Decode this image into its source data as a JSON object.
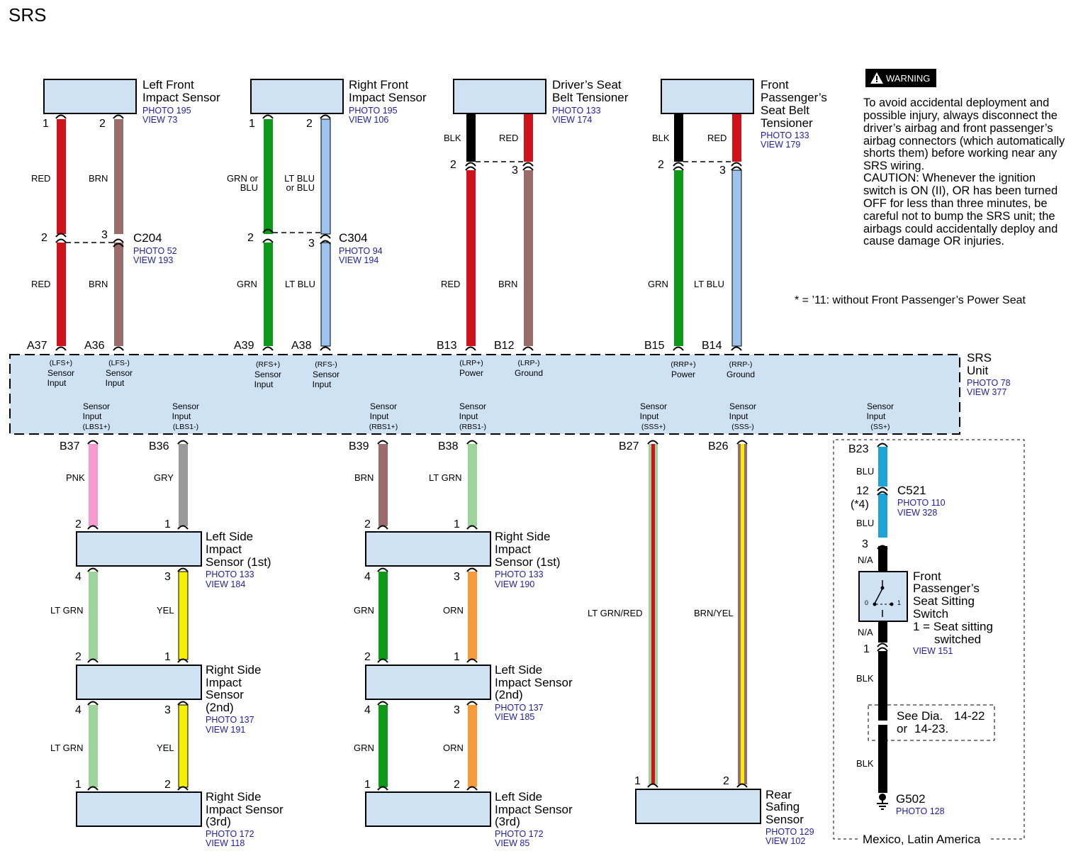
{
  "title": "SRS",
  "colors": {
    "box_fill": "#cfe2f3",
    "photo_text": "#1e1ea8",
    "wire": {
      "RED": "#d0121b",
      "BRN": "#9c6b6b",
      "GRN": "#0e9a18",
      "LT_BLU": "#9cc4ee",
      "BLK": "#000000",
      "PNK": "#f79ad0",
      "GRY": "#9a9a9a",
      "LT_GRN": "#9dd49a",
      "YEL": "#f5f000",
      "ORN": "#f79a3a",
      "BLU": "#1ea3d6"
    }
  },
  "warning": {
    "badge": "WARNING",
    "icon": "warning-triangle-icon",
    "lines": [
      "To avoid accidental deployment and",
      "possible injury, always disconnect the",
      "driver’s airbag and front passenger’s",
      "airbag connectors (which automatically",
      "shorts them) before working near any",
      "SRS wiring.",
      "CAUTION: Whenever the ignition",
      "switch is ON (II), OR has been turned",
      "OFF for less than three minutes, be",
      "careful not to bump the SRS unit; the",
      "airbags could accidentally deploy and",
      "cause damage OR injuries."
    ]
  },
  "footnote": "* = ’11: without Front Passenger’s Power Seat",
  "srs_unit": {
    "name_lines": [
      "SRS",
      "Unit"
    ],
    "photo": "PHOTO 78",
    "view": "VIEW 377",
    "top_terminals": [
      {
        "id": "A37",
        "lines": [
          "(LFS+)",
          "Sensor",
          "Input"
        ]
      },
      {
        "id": "A36",
        "lines": [
          "(LFS-)",
          "Sensor",
          "Input"
        ]
      },
      {
        "id": "A39",
        "lines": [
          "(RFS+)",
          "Sensor",
          "Input"
        ]
      },
      {
        "id": "A38",
        "lines": [
          "(RFS-)",
          "Sensor",
          "Input"
        ]
      },
      {
        "id": "B13",
        "lines": [
          "(LRP+)",
          "Power"
        ]
      },
      {
        "id": "B12",
        "lines": [
          "(LRP-)",
          "Ground"
        ]
      },
      {
        "id": "B15",
        "lines": [
          "(RRP+)",
          "Power"
        ]
      },
      {
        "id": "B14",
        "lines": [
          "(RRP-)",
          "Ground"
        ]
      }
    ],
    "bottom_terminals": [
      {
        "id": "B37",
        "lines": [
          "Sensor",
          "Input",
          "(LBS1+)"
        ]
      },
      {
        "id": "B36",
        "lines": [
          "Sensor",
          "Input",
          "(LBS1-)"
        ]
      },
      {
        "id": "B39",
        "lines": [
          "Sensor",
          "Input",
          "(RBS1+)"
        ]
      },
      {
        "id": "B38",
        "lines": [
          "Sensor",
          "Input",
          "(RBS1-)"
        ]
      },
      {
        "id": "B27",
        "lines": [
          "Sensor",
          "Input",
          "(SSS+)"
        ]
      },
      {
        "id": "B26",
        "lines": [
          "Sensor",
          "Input",
          "(SSS-)"
        ]
      },
      {
        "id": "B23",
        "lines": [
          "Sensor",
          "Input",
          "(SS+)"
        ]
      }
    ]
  },
  "components": [
    {
      "lines": [
        "Left Front",
        "Impact Sensor"
      ],
      "photo": "PHOTO 195",
      "view": "VIEW 73"
    },
    {
      "lines": [
        "Right Front",
        "Impact Sensor"
      ],
      "photo": "PHOTO 195",
      "view": "VIEW 106"
    },
    {
      "lines": [
        "Driver’s Seat",
        "Belt Tensioner"
      ],
      "photo": "PHOTO 133",
      "view": "VIEW 174"
    },
    {
      "lines": [
        "Front",
        "Passenger’s",
        "Seat Belt",
        "Tensioner"
      ],
      "photo": "PHOTO 133",
      "view": "VIEW 179"
    },
    {
      "lines": [
        "Left Side",
        "Impact",
        "Sensor (1st)"
      ],
      "photo": "PHOTO 133",
      "view": "VIEW 184"
    },
    {
      "lines": [
        "Right Side",
        "Impact",
        "Sensor",
        "(2nd)"
      ],
      "photo": "PHOTO 137",
      "view": "VIEW 191"
    },
    {
      "lines": [
        "Right Side",
        "Impact Sensor",
        "(3rd)"
      ],
      "photo": "PHOTO 172",
      "view": "VIEW 118"
    },
    {
      "lines": [
        "Right Side",
        "Impact",
        "Sensor (1st)"
      ],
      "photo": "PHOTO 133",
      "view": "VIEW 190"
    },
    {
      "lines": [
        "Left Side",
        "Impact Sensor",
        "(2nd)"
      ],
      "photo": "PHOTO 137",
      "view": "VIEW 185"
    },
    {
      "lines": [
        "Left Side",
        "Impact Sensor",
        "(3rd)"
      ],
      "photo": "PHOTO 172",
      "view": "VIEW 85"
    },
    {
      "lines": [
        "Rear",
        "Safing",
        "Sensor"
      ],
      "photo": "PHOTO 129",
      "view": "VIEW 102"
    },
    {
      "lines": [
        "Front",
        "Passenger’s",
        "Seat Sitting",
        "Switch"
      ],
      "extra": [
        "1 = Seat sitting",
        "switched"
      ],
      "view": "VIEW 151"
    }
  ],
  "connectors": [
    {
      "name": "C204",
      "photo": "PHOTO 52",
      "view": "VIEW 193"
    },
    {
      "name": "C304",
      "photo": "PHOTO 94",
      "view": "VIEW 194"
    },
    {
      "name": "C521",
      "photo": "PHOTO 110",
      "view": "VIEW 328"
    }
  ],
  "ground": {
    "name": "G502",
    "photo": "PHOTO 128",
    "icon": "ground-symbol-icon"
  },
  "wire_labels": {
    "RED": "RED",
    "BRN": "BRN",
    "GRN_or_BLU": [
      "GRN or",
      "BLU"
    ],
    "LT_BLU_or_BLU": [
      "LT BLU",
      "or BLU"
    ],
    "GRN": "GRN",
    "LT_BLU": "LT BLU",
    "BLK": "BLK",
    "PNK": "PNK",
    "GRY": "GRY",
    "LT_GRN": "LT GRN",
    "YEL": "YEL",
    "ORN": "ORN",
    "LT_GRN_RED": "LT GRN/RED",
    "BRN_YEL": "BRN/YEL",
    "BLU": "BLU",
    "NA": "N/A"
  },
  "pins": {
    "p1": "1",
    "p2": "2",
    "p3": "3",
    "p4": "4",
    "p12": "12",
    "star4": "(*4)"
  },
  "see_dia": {
    "text1": "See Dia.",
    "link1": "14-22",
    "text2": "or",
    "link2": "14-23."
  },
  "switch_marks": {
    "off": "0",
    "on": "1"
  },
  "region_label": "Mexico, Latin America"
}
